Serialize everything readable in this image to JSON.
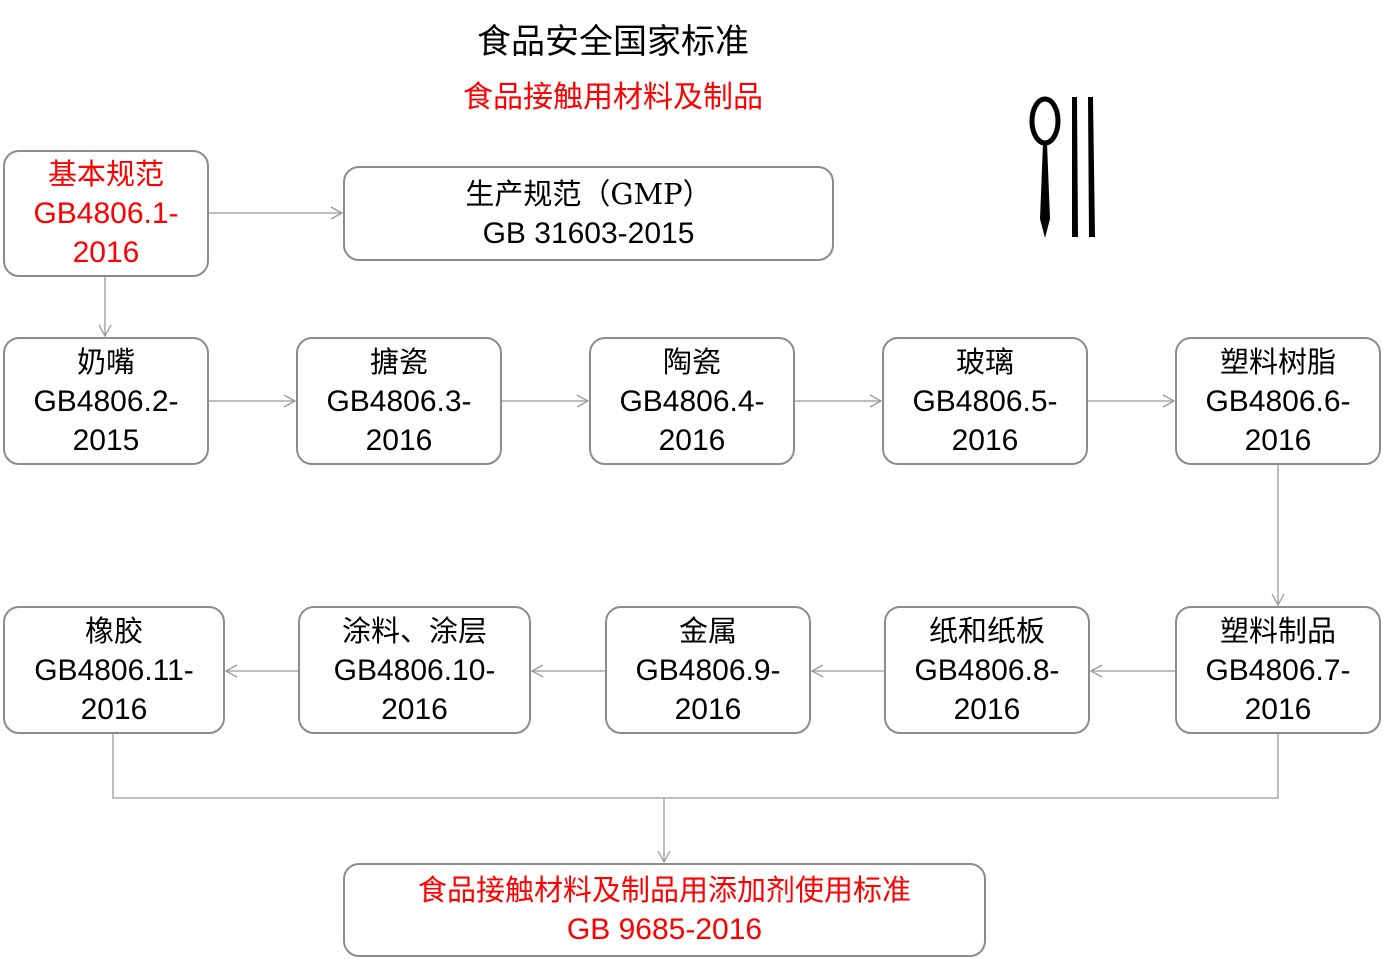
{
  "title": "食品安全国家标准",
  "subtitle": "食品接触用材料及制品",
  "colors": {
    "accent": "#ff0000",
    "border": "#8c8c8c",
    "connector": "#999999"
  },
  "icon": "spoon-chopsticks-icon",
  "basic": {
    "name": "基本规范",
    "code": "GB4806.1-",
    "year": "2016"
  },
  "gmp": {
    "name": "生产规范（GMP）",
    "code": "GB 31603-2015"
  },
  "nodes": {
    "n2": {
      "name": "奶嘴",
      "code": "GB4806.2-",
      "year": "2015"
    },
    "n3": {
      "name": "搪瓷",
      "code": "GB4806.3-",
      "year": "2016"
    },
    "n4": {
      "name": "陶瓷",
      "code": "GB4806.4-",
      "year": "2016"
    },
    "n5": {
      "name": "玻璃",
      "code": "GB4806.5-",
      "year": "2016"
    },
    "n6": {
      "name": "塑料树脂",
      "code": "GB4806.6-",
      "year": "2016"
    },
    "n7": {
      "name": "塑料制品",
      "code": "GB4806.7-",
      "year": "2016"
    },
    "n8": {
      "name": "纸和纸板",
      "code": "GB4806.8-",
      "year": "2016"
    },
    "n9": {
      "name": "金属",
      "code": "GB4806.9-",
      "year": "2016"
    },
    "n10": {
      "name": "涂料、涂层",
      "code": "GB4806.10-",
      "year": "2016"
    },
    "n11": {
      "name": "橡胶",
      "code": "GB4806.11-",
      "year": "2016"
    }
  },
  "additives": {
    "name": "食品接触材料及制品用添加剂使用标准",
    "code": "GB 9685-2016"
  }
}
